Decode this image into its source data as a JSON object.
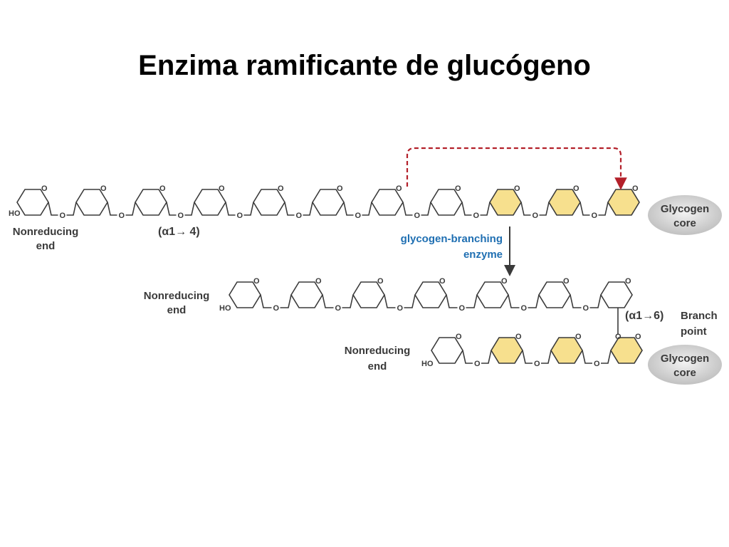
{
  "title": "Enzima ramificante de glucógeno",
  "colors": {
    "ring_stroke": "#3a3a3a",
    "ring_fill_plain": "#ffffff",
    "ring_fill_highlight": "#f7e08e",
    "enzyme_label": "#1f6fb2",
    "transfer_arrow": "#b3202a",
    "core_fill": "#d9d9d9"
  },
  "labels": {
    "nonreducing_end": "Nonreducing end",
    "alpha_1_4": "(α1→ 4)",
    "alpha_1_6": "(α1→6)",
    "branch_point": "Branch point",
    "enzyme": "glycogen-branching enzyme",
    "glycogen_core": "Glycogen core",
    "ho": "HO",
    "oxygen": "O"
  },
  "chains": {
    "top": {
      "units": 11,
      "highlighted": [
        8,
        9,
        10
      ]
    },
    "middle": {
      "units": 7,
      "highlighted": []
    },
    "bottom": {
      "units": 4,
      "highlighted": [
        1,
        2,
        3
      ]
    }
  }
}
